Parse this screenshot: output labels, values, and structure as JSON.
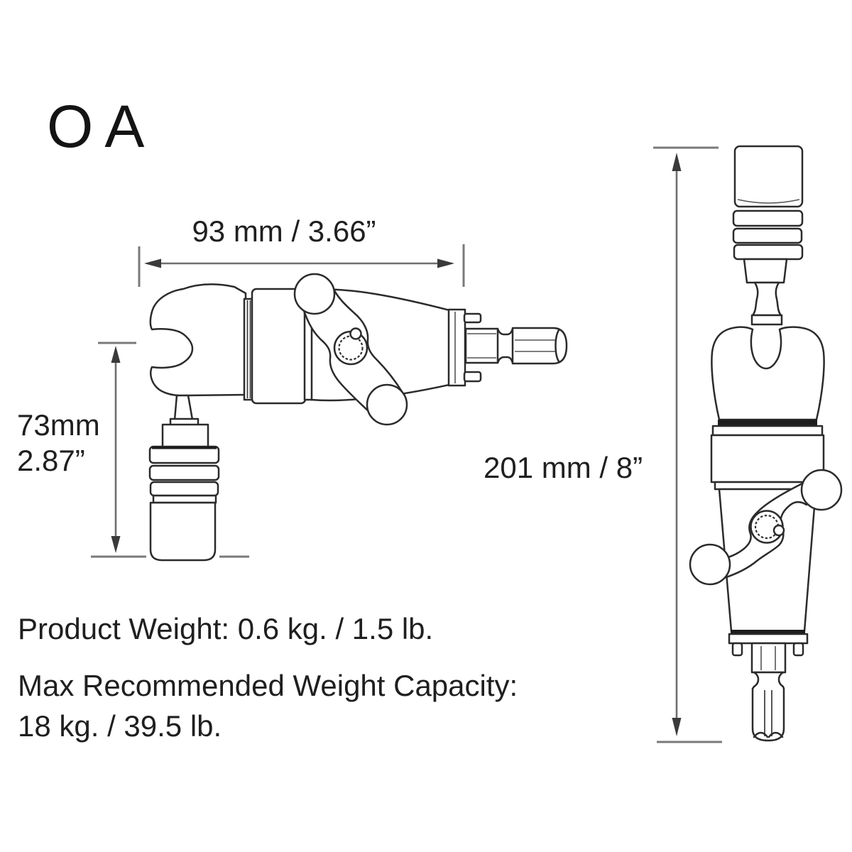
{
  "brand": "OA",
  "dimensions": {
    "width_label": "93 mm / 3.66”",
    "height_label_line1": "73mm",
    "height_label_line2": "2.87”",
    "overall_length_label": "201 mm / 8”"
  },
  "specs": {
    "product_weight": "Product Weight: 0.6 kg. / 1.5 lb.",
    "max_capacity_line1": "Max Recommended Weight Capacity:",
    "max_capacity_line2": "18 kg. / 39.5 lb."
  },
  "colors": {
    "line": "#2b2b2b",
    "dimension_line": "#6e6e6e",
    "knurl_fill": "#c2c2c2",
    "text": "#1f1f1f",
    "background": "#ffffff"
  }
}
